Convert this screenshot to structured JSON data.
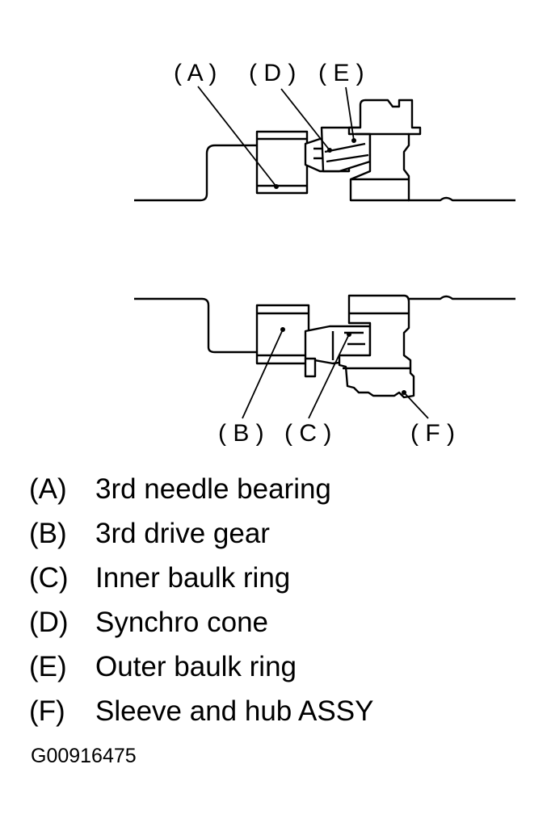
{
  "callouts": {
    "a": "( A )",
    "d": "( D )",
    "e": "( E )",
    "b": "( B )",
    "c": "( C )",
    "f": "( F )"
  },
  "legend": [
    {
      "key": "(A)",
      "desc": "3rd needle bearing"
    },
    {
      "key": "(B)",
      "desc": "3rd drive gear"
    },
    {
      "key": "(C)",
      "desc": "Inner baulk ring"
    },
    {
      "key": "(D)",
      "desc": "Synchro cone"
    },
    {
      "key": "(E)",
      "desc": "Outer baulk ring"
    },
    {
      "key": "(F)",
      "desc": "Sleeve and hub ASSY"
    }
  ],
  "figure_id": "G00916475"
}
